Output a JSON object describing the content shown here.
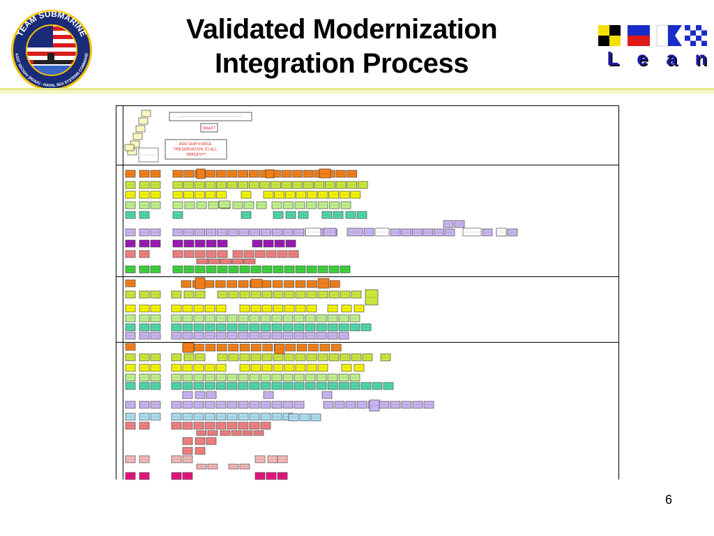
{
  "title": {
    "line1": "Validated Modernization",
    "line2": "Integration Process"
  },
  "logo": {
    "name": "team-submarine-seal",
    "text_top": "TEAM SUBMARINE",
    "text_bottom": "ASST SECNAV (RD&A) - NAVAL SEA SYSTEMS COMMAND"
  },
  "lean": {
    "letters": [
      "L",
      "e",
      "a",
      "n"
    ],
    "flag_icons": [
      "flag-l-icon",
      "flag-e-icon",
      "flag-a-icon",
      "flag-n-icon"
    ]
  },
  "diagram": {
    "draft_label": "DRAFT",
    "note_lines": [
      "ADD SHIP FORCE",
      "PRESERVATION  TO ALL",
      "SPACES??"
    ]
  },
  "colors": {
    "orange": "#f07f1a",
    "yellow_green": "#c8e63c",
    "yellow": "#f4f400",
    "light_green": "#bff08c",
    "teal": "#4fd6a8",
    "lavender": "#c8b4f0",
    "purple": "#9a1ab4",
    "salmon": "#f08080",
    "green": "#3cd23c",
    "light_blue": "#aadcf0",
    "pink": "#f4b8b8",
    "magenta": "#e6147d",
    "lean_text": "#1a1aa8",
    "rule": "#e6ec8c"
  },
  "page_number": "6"
}
